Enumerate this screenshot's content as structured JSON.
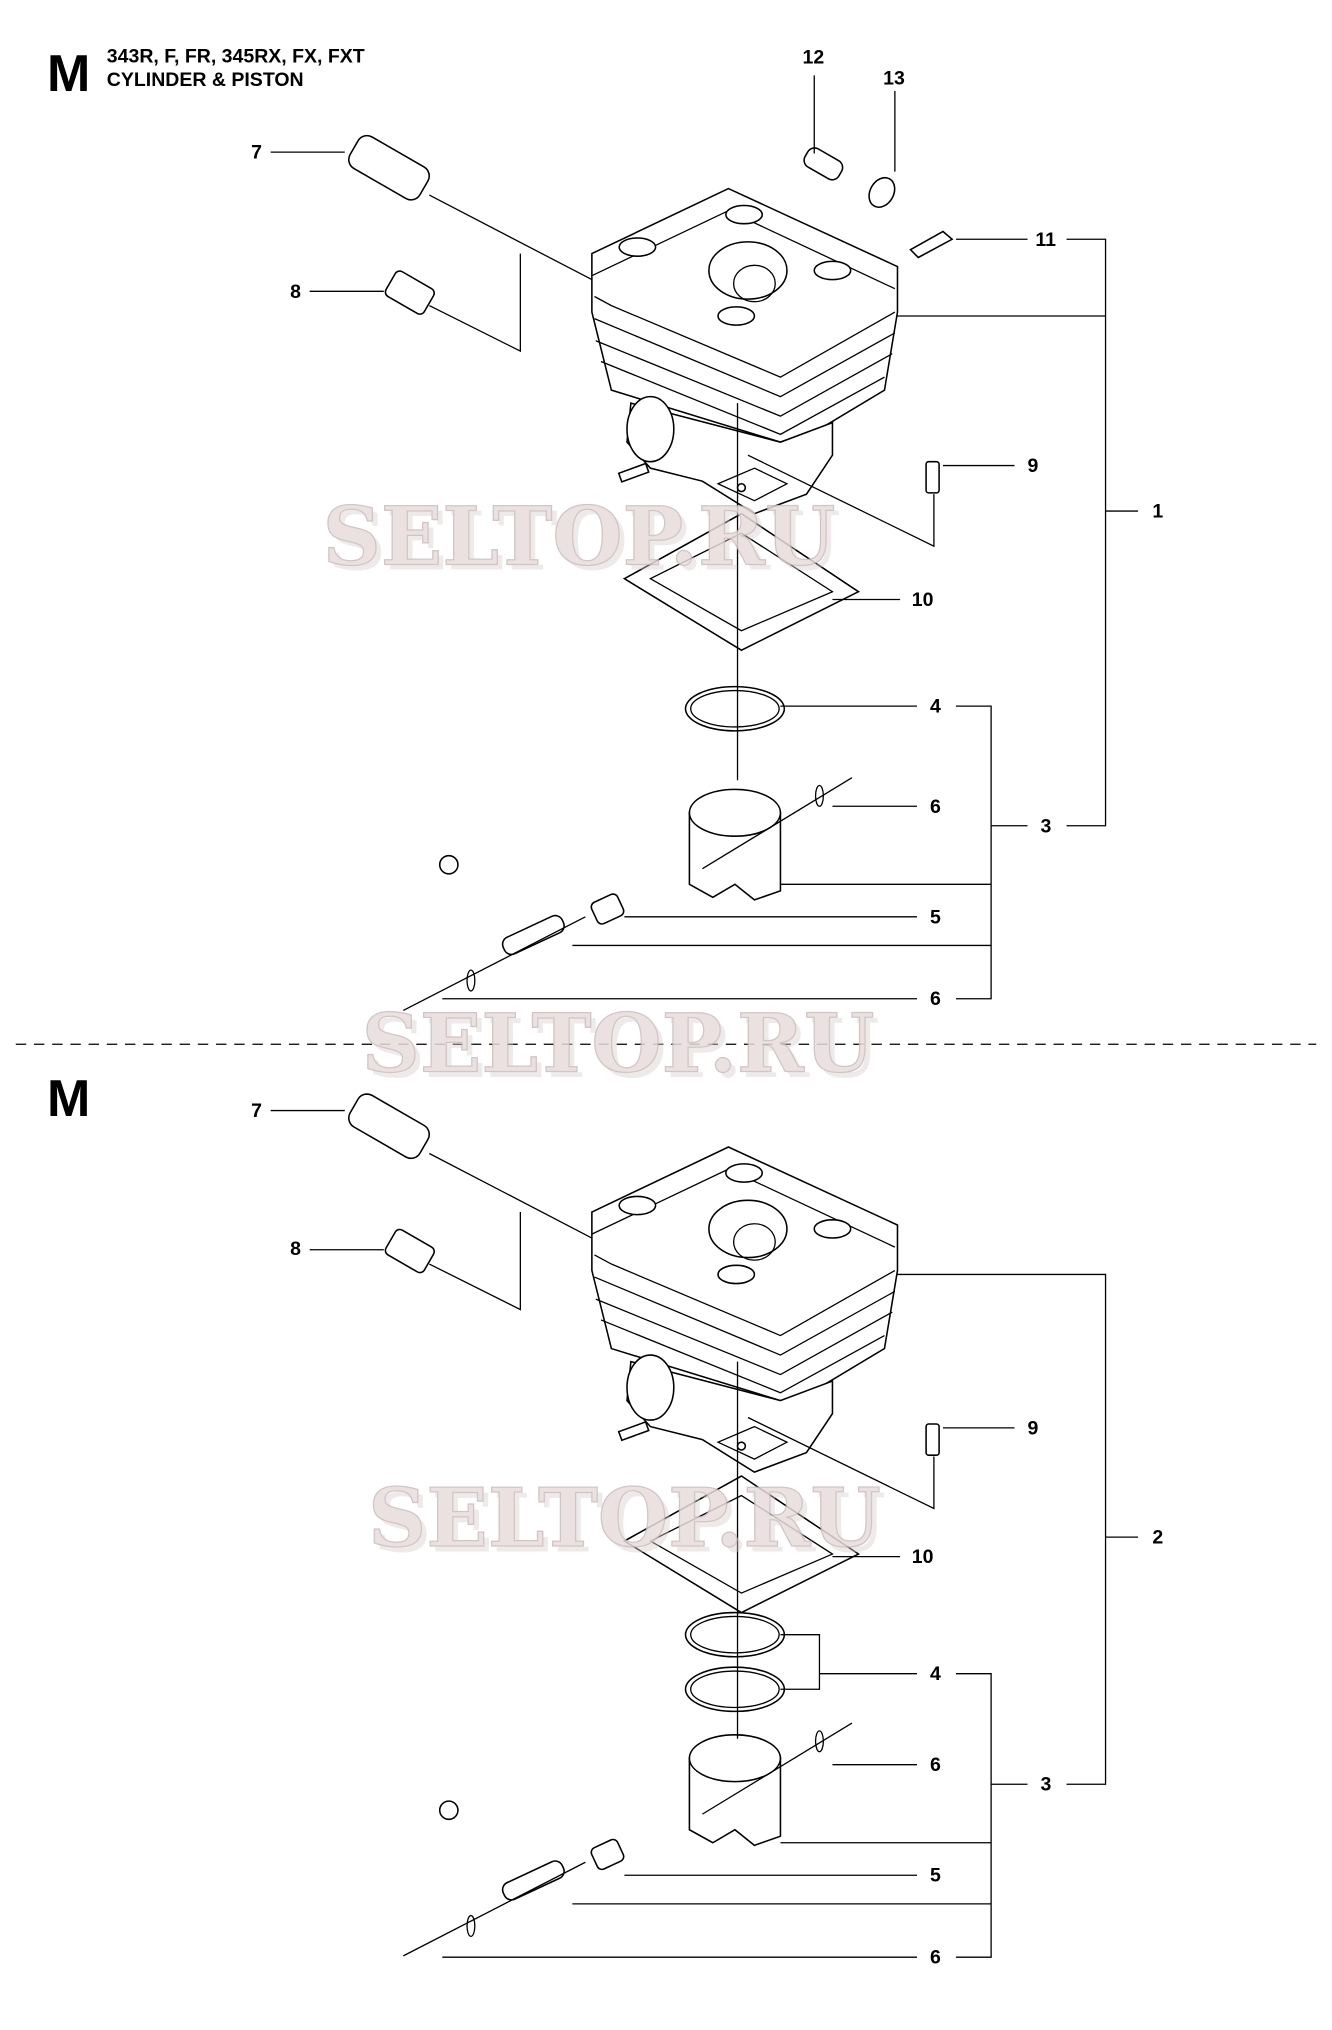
{
  "header": {
    "section_letter": "M",
    "models": "343R, F, FR, 345RX, FX, FXT",
    "title": "CYLINDER & PISTON"
  },
  "lower_section_letter": "M",
  "watermark": "SELTOP.RU",
  "top_callouts": {
    "c7": "7",
    "c8": "8",
    "c12": "12",
    "c13": "13",
    "c11": "11",
    "c1": "1",
    "c9": "9",
    "c10": "10",
    "c4": "4",
    "c6a": "6",
    "c3": "3",
    "c5": "5",
    "c6b": "6"
  },
  "bottom_callouts": {
    "c7": "7",
    "c8": "8",
    "c9": "9",
    "c10": "10",
    "c2": "2",
    "c4": "4",
    "c6a": "6",
    "c3": "3",
    "c5": "5",
    "c6b": "6"
  }
}
